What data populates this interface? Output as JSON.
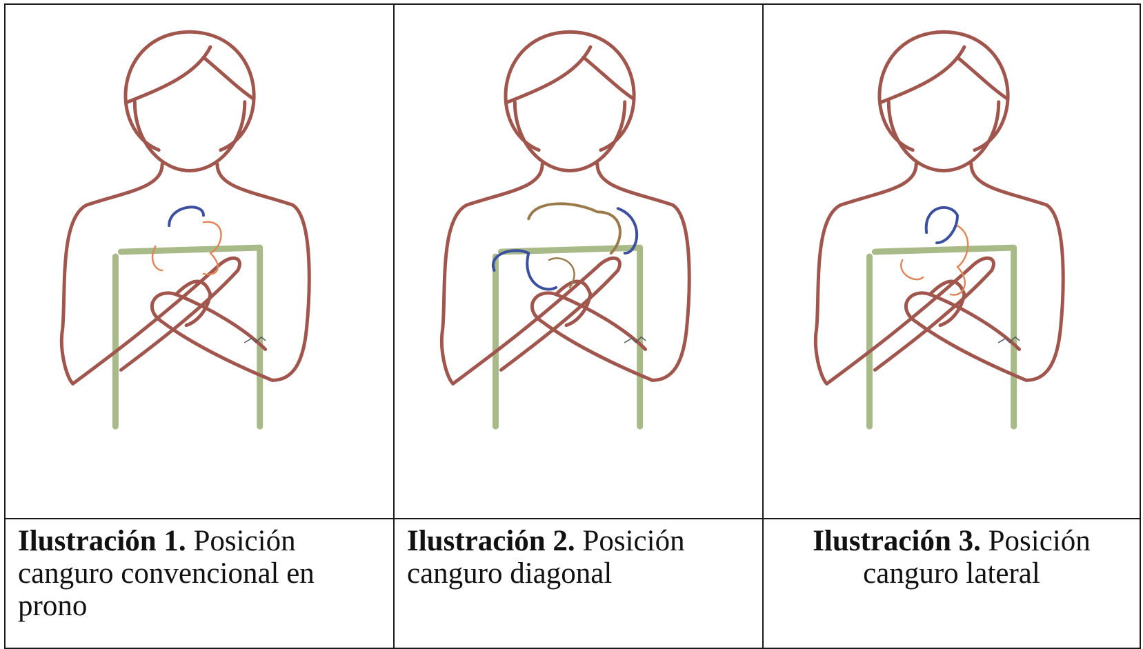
{
  "illustrations": [
    {
      "label": "Ilustración 1.",
      "text": "Posición canguro convencional en prono",
      "align": "left"
    },
    {
      "label": "Ilustración 2.",
      "text": "Posición canguro diagonal",
      "align": "left"
    },
    {
      "label": "Ilustración 3.",
      "text": "Posición canguro lateral",
      "align": "center"
    }
  ],
  "colors": {
    "mother_outline": "#a0564c",
    "chair": "#a8ba88",
    "baby_head": "#3b4fa0",
    "baby_body_orange": "#e0875a",
    "baby_body_brown": "#9a7a4a"
  },
  "icons": [
    "mother-figure-icon",
    "baby-figure-icon",
    "chair-icon",
    "signature-mark"
  ]
}
